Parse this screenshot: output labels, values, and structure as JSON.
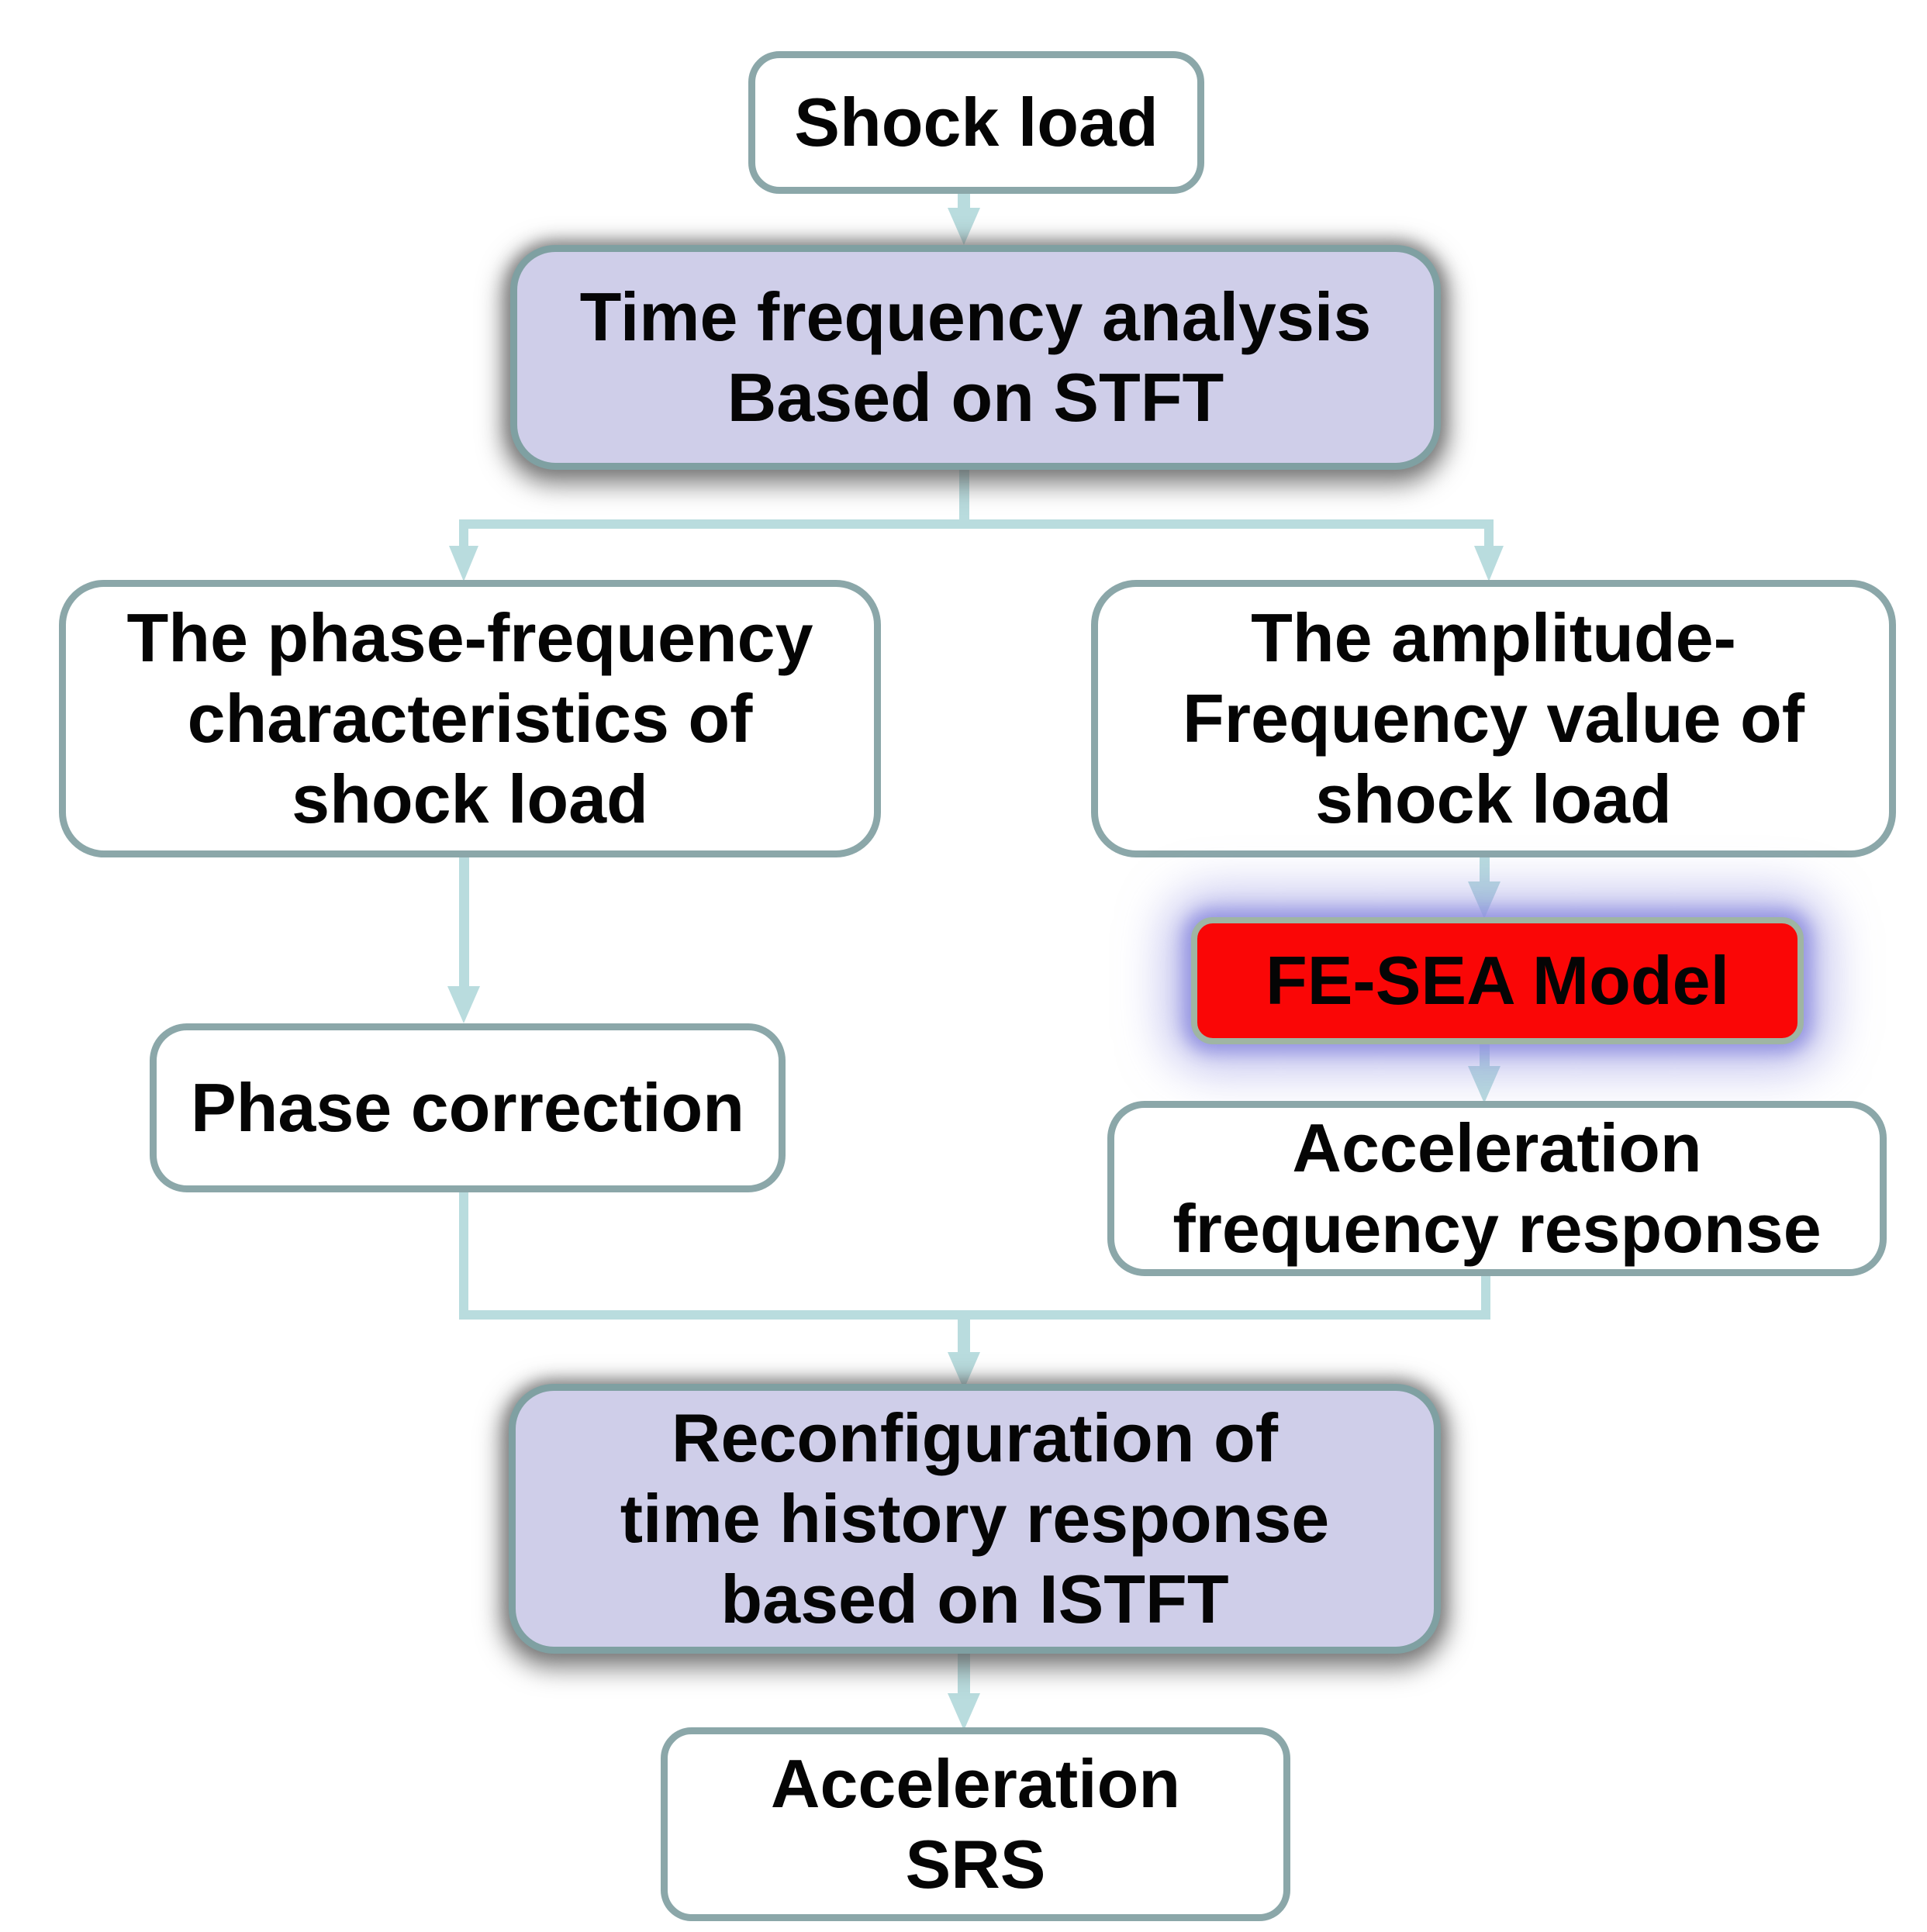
{
  "colors": {
    "background": "#FFFFFF",
    "box-border": "#8BA7A9",
    "lavender-border": "#7FA0A2",
    "lavender-fill": "#CFCEE9",
    "red-fill": "#FA0606",
    "red-border": "#9FB5A3",
    "red-glow": "#8F8FE0",
    "shadow-gray": "#5A5A5A",
    "arrow": "#B9DCDE",
    "text": "#050505",
    "white-fill": "#FFFFFF"
  },
  "nodes": {
    "shock_load": {
      "lines": [
        "Shock load"
      ]
    },
    "time_frequency_analysis": {
      "lines": [
        "Time frequency analysis",
        "Based on STFT"
      ]
    },
    "phase_frequency": {
      "lines": [
        "The phase-frequency",
        "characteristics of",
        "shock load"
      ]
    },
    "amplitude_frequency": {
      "lines": [
        "The amplitude-",
        "Frequency value of",
        "shock load"
      ]
    },
    "fe_sea_model": {
      "lines": [
        "FE-SEA Model"
      ]
    },
    "phase_correction": {
      "lines": [
        "Phase correction"
      ]
    },
    "acceleration_frequency_response": {
      "lines": [
        "Acceleration",
        "frequency response"
      ]
    },
    "reconfiguration": {
      "lines": [
        "Reconfiguration of",
        "time history response",
        "based on ISTFT"
      ]
    },
    "acceleration_srs": {
      "lines": [
        "Acceleration",
        "SRS"
      ]
    }
  }
}
